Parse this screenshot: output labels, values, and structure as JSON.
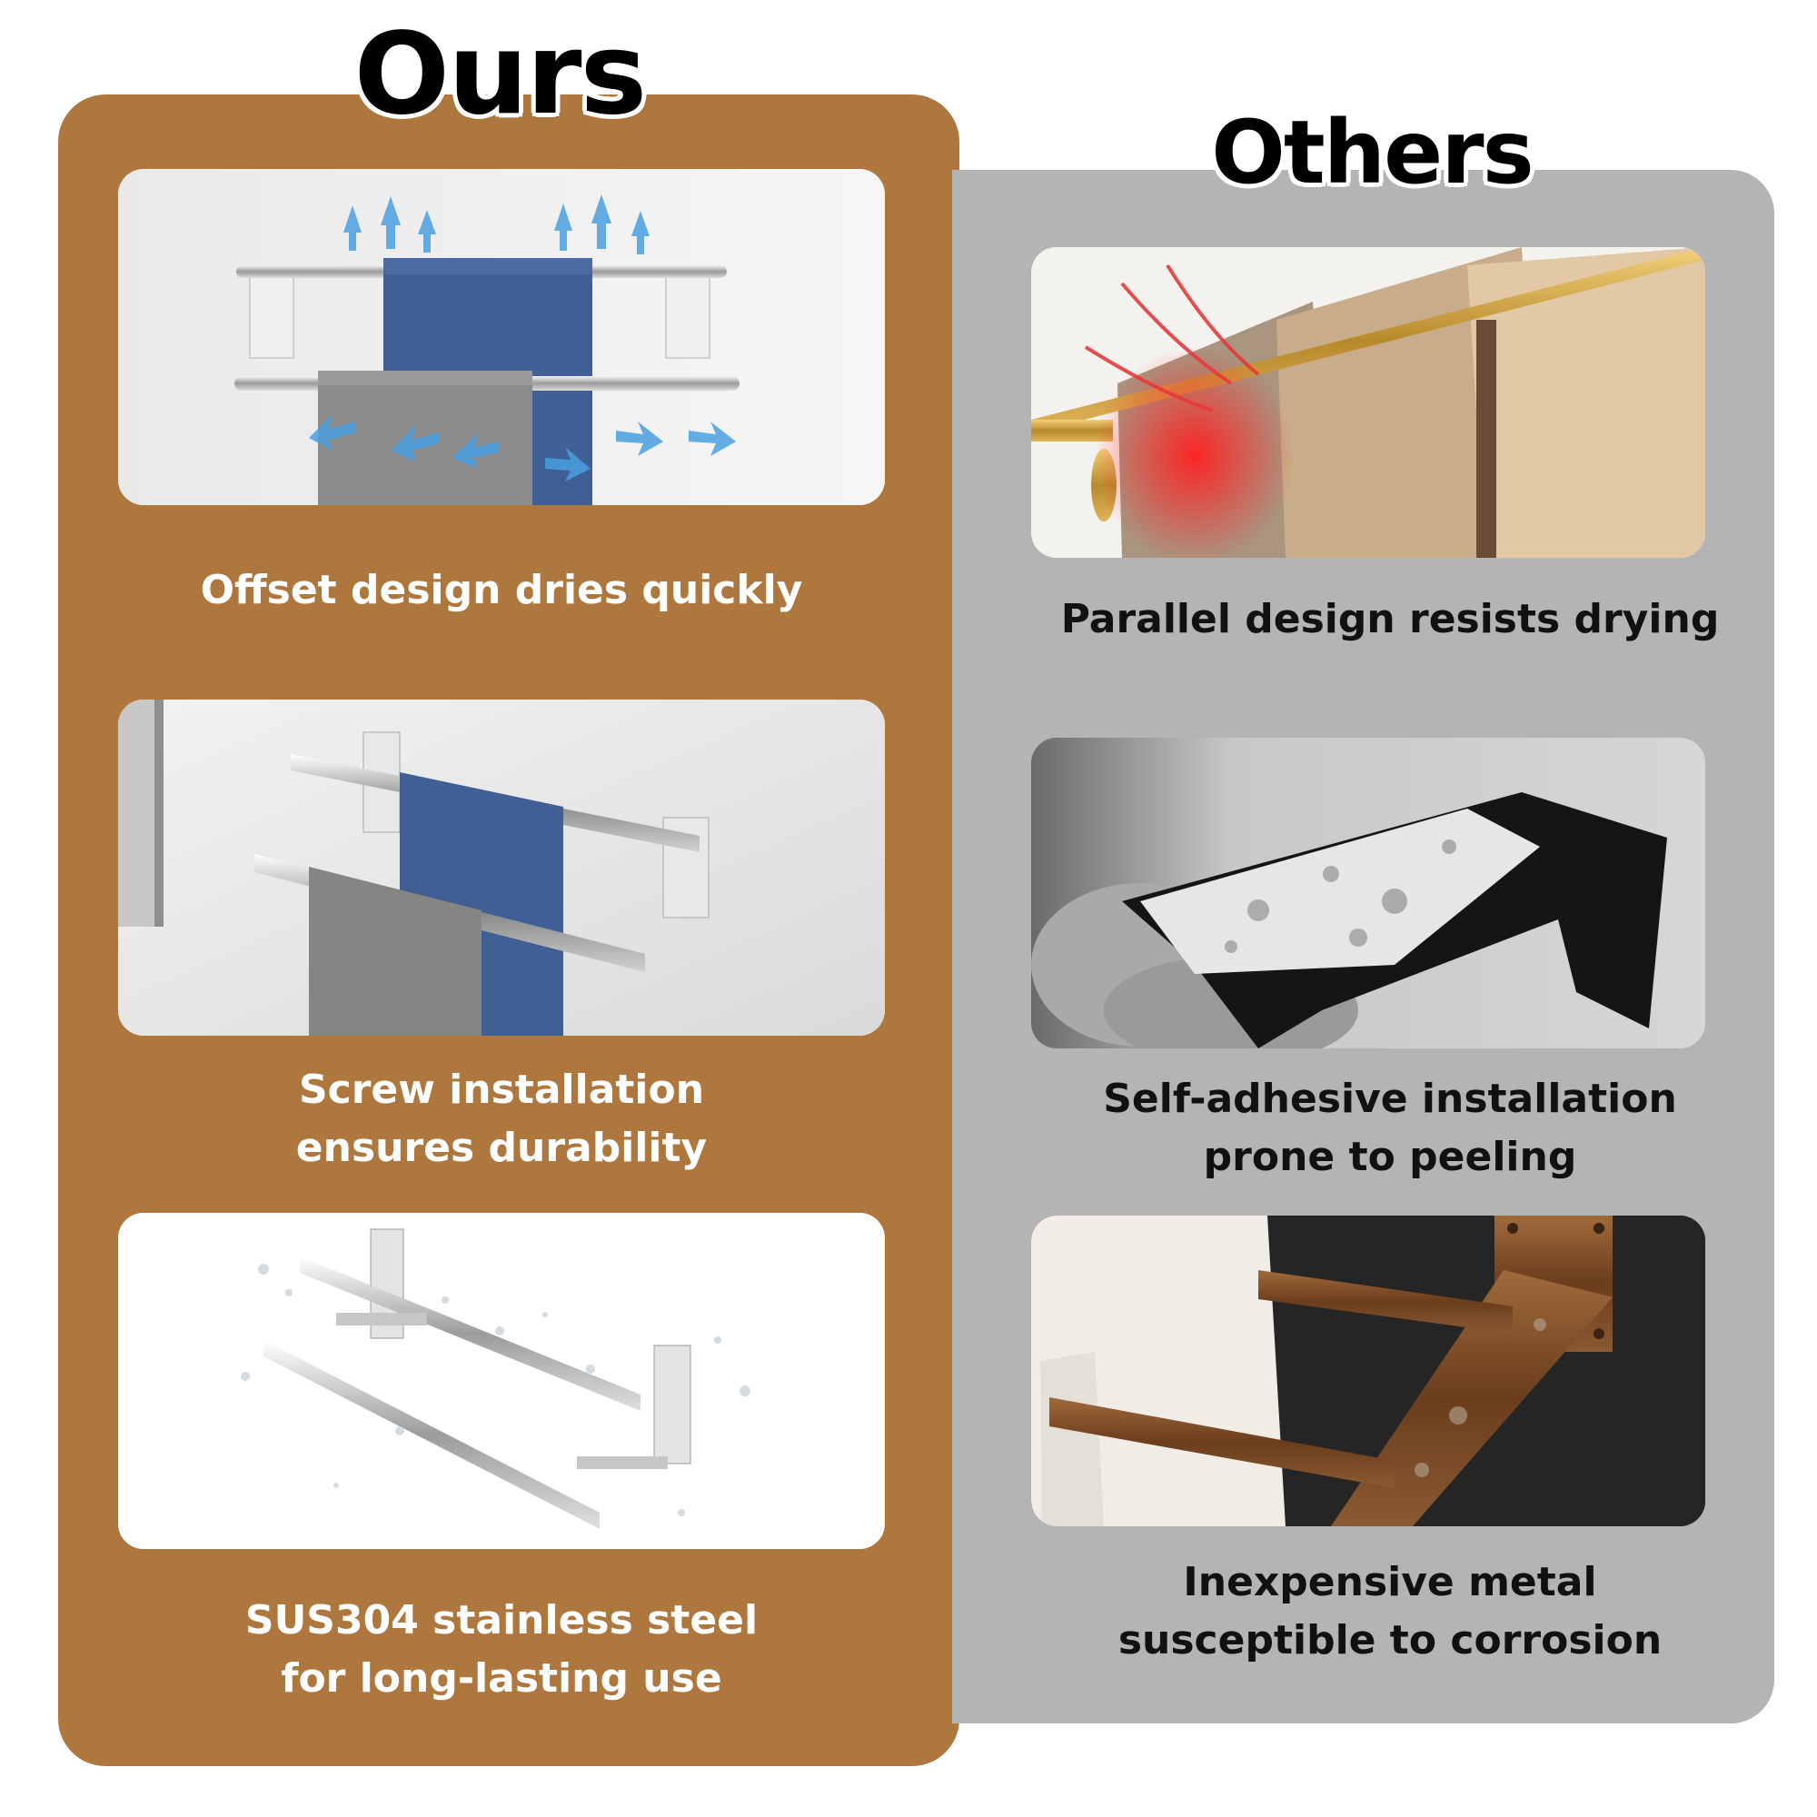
{
  "ours": {
    "heading": "Ours",
    "features": [
      {
        "lines": [
          "Offset design dries quickly"
        ]
      },
      {
        "lines": [
          "Screw installation",
          "ensures durability"
        ]
      },
      {
        "lines": [
          "SUS304 stainless steel",
          "for long-lasting use"
        ]
      }
    ]
  },
  "others": {
    "heading": "Others",
    "features": [
      {
        "lines": [
          "Parallel design resists drying"
        ]
      },
      {
        "lines": [
          "Self-adhesive installation",
          "prone to peeling"
        ]
      },
      {
        "lines": [
          "Inexpensive metal",
          "susceptible to corrosion"
        ]
      }
    ]
  },
  "colors": {
    "ours_panel": "#ad773d",
    "others_panel": "#b4b4b4",
    "ours_text": "#ffffff",
    "others_text": "#111111"
  }
}
